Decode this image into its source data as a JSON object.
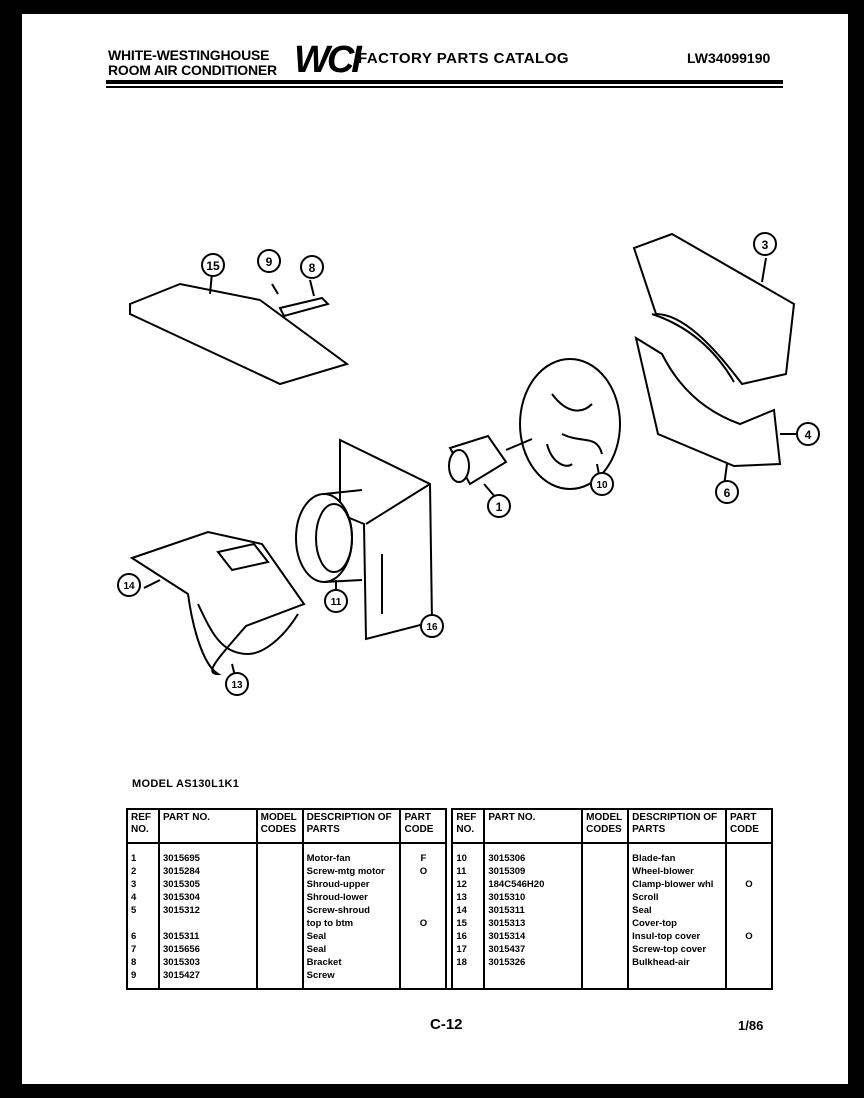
{
  "header": {
    "brand_line1": "WHITE-WESTINGHOUSE",
    "brand_line2": "ROOM AIR CONDITIONER",
    "logo": "WCI",
    "title": "FACTORY PARTS CATALOG",
    "catalog_code": "LW34099190"
  },
  "diagram": {
    "callouts": [
      "15",
      "9",
      "8",
      "3",
      "4",
      "6",
      "10",
      "1",
      "11",
      "16",
      "14",
      "13"
    ]
  },
  "model_label": "MODEL AS130L1K1",
  "table": {
    "headers": {
      "ref_no": "REF\nNO.",
      "part_no": "PART\nNO.",
      "model_codes": "MODEL\nCODES",
      "description": "DESCRIPTION\nOF PARTS",
      "part_code": "PART\nCODE"
    },
    "left": {
      "ref": "1\n2\n3\n4\n5\n\n6\n7\n8\n9",
      "part": "3015695\n3015284\n3015305\n3015304\n3015312\n\n3015311\n3015656\n3015303\n3015427",
      "model": "",
      "desc": "Motor-fan\nScrew-mtg motor\nShroud-upper\nShroud-lower\nScrew-shroud\n  top to btm\nSeal\nSeal\nBracket\nScrew",
      "code": "F\nO\n\n\n\nO"
    },
    "right": {
      "ref": "10\n11\n12\n13\n14\n15\n16\n17\n18",
      "part": "3015306\n3015309\n184C546H20\n3015310\n3015311\n3015313\n3015314\n3015437\n3015326",
      "model": "",
      "desc": "Blade-fan\nWheel-blower\nClamp-blower whl\nScroll\nSeal\nCover-top\nInsul-top cover\nScrew-top cover\nBulkhead-air",
      "code": "\n\nO\n\n\n\nO"
    }
  },
  "footer": {
    "page": "C-12",
    "date": "1/86"
  }
}
